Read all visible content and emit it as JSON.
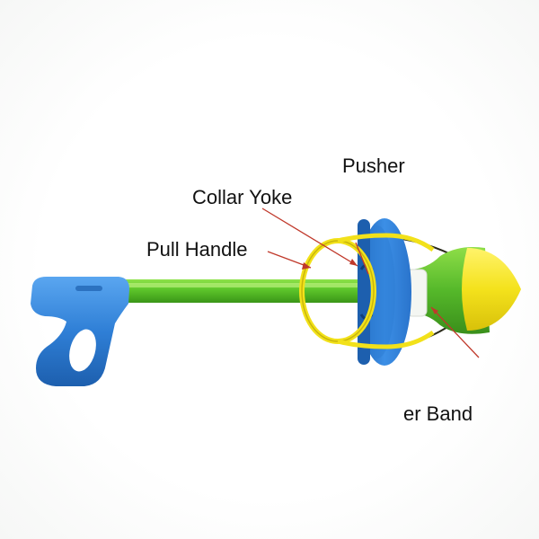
{
  "diagram": {
    "labels": {
      "pusher": "Pusher",
      "collar_yoke": "Collar Yoke",
      "pull_handle": "Pull Handle",
      "band": "er Band"
    },
    "colors": {
      "grip_blue": "#2f7fd6",
      "shaft_green": "#5cc42a",
      "yoke_yellow": "#f2e11a",
      "nose_yellow": "#f4e21c",
      "leader_line_red": "#c0392b",
      "label_text": "#111111"
    }
  }
}
